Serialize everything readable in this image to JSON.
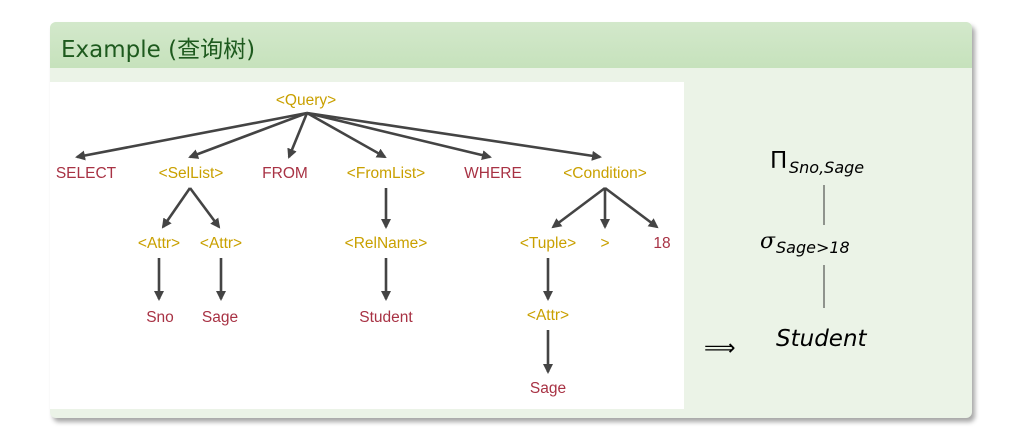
{
  "block": {
    "title": "Example (查询树)"
  },
  "tree": {
    "query": "<Query>",
    "select": "SELECT",
    "sellist": "<SelList>",
    "from": "FROM",
    "fromlist": "<FromList>",
    "where": "WHERE",
    "condition": "<Condition>",
    "attr1": "<Attr>",
    "attr2": "<Attr>",
    "relname": "<RelName>",
    "tuple": "<Tuple>",
    "gt": ">",
    "num": "18",
    "sno": "Sno",
    "sage1": "Sage",
    "student": "Student",
    "attr3": "<Attr>",
    "sage2": "Sage"
  },
  "algebra": {
    "pi": "Π",
    "pi_sub": "Sno,Sage",
    "sigma": "σ",
    "sigma_sub": "Sage>18",
    "relation": "Student",
    "implies": "⟹"
  },
  "colors": {
    "nonterminal": "#c9a000",
    "terminal": "#a83244",
    "edge": "#444444",
    "title": "#1e5a1e"
  }
}
